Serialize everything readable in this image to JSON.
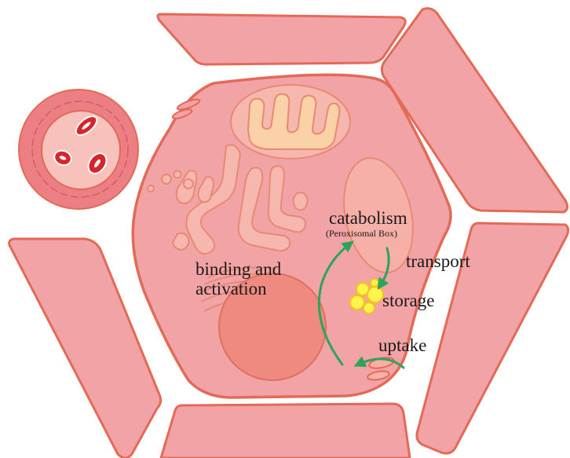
{
  "diagram": {
    "labels": {
      "catabolism": "catabolism",
      "peroxisomal_box": "(Peroxisomal Box)",
      "transport": "transport",
      "storage": "storage",
      "uptake": "uptake",
      "binding_line1": "binding and",
      "binding_line2": "activation"
    },
    "colors": {
      "cell_fill": "#f2a3a6",
      "cell_stroke": "#e26a57",
      "organelle_fill": "#f6b7ae",
      "mitochondrion_inner": "#fbd1a8",
      "nucleus_fill": "#ee8a80",
      "lipid_droplet": "#fff34d",
      "red_blood_cell": "#d7262b",
      "arrow_green": "#2ea45a"
    }
  }
}
